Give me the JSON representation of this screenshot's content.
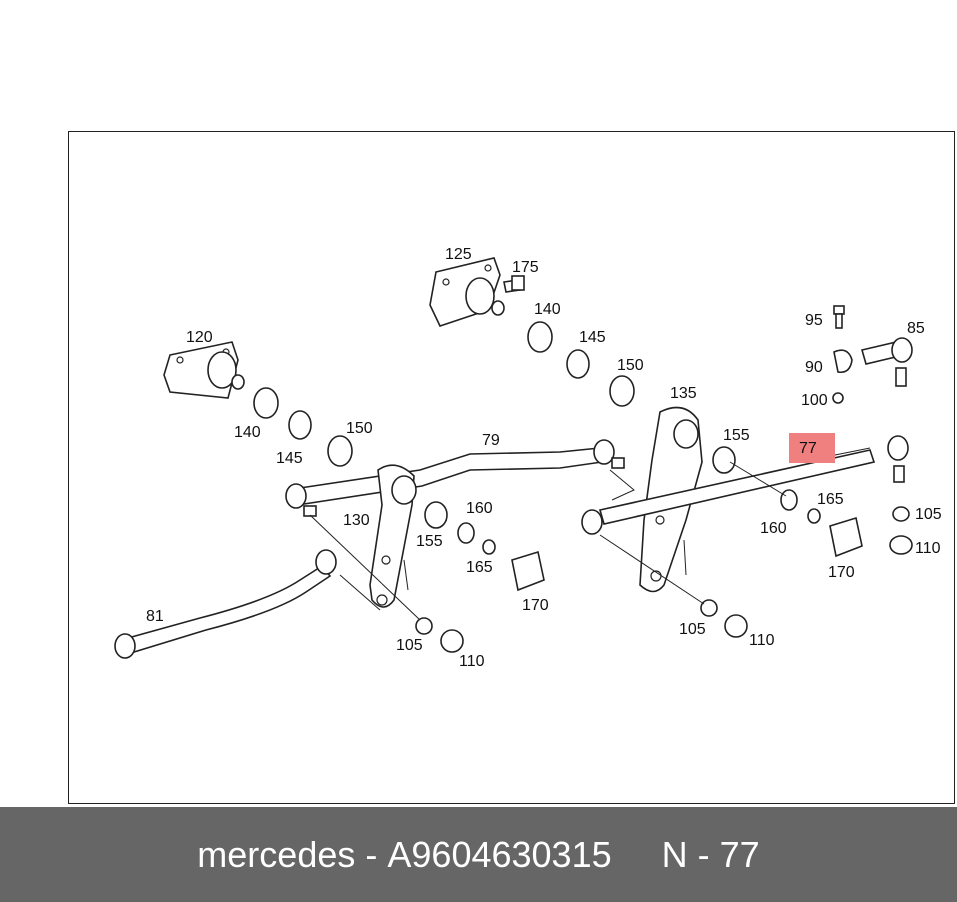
{
  "diagram": {
    "callouts": [
      "125",
      "175",
      "140",
      "145",
      "150",
      "120",
      "140",
      "145",
      "150",
      "79",
      "135",
      "155",
      "77",
      "95",
      "85",
      "90",
      "100",
      "130",
      "155",
      "160",
      "165",
      "170",
      "160",
      "165",
      "170",
      "105",
      "110",
      "105",
      "110",
      "105",
      "110",
      "81"
    ],
    "highlight_color": "#f08080",
    "highlighted_callout": "77"
  },
  "footer": {
    "brand": "mercedes",
    "separator": "-",
    "part_number": "A9604630315",
    "position_label": "N - 77",
    "background_color": "#666666"
  }
}
